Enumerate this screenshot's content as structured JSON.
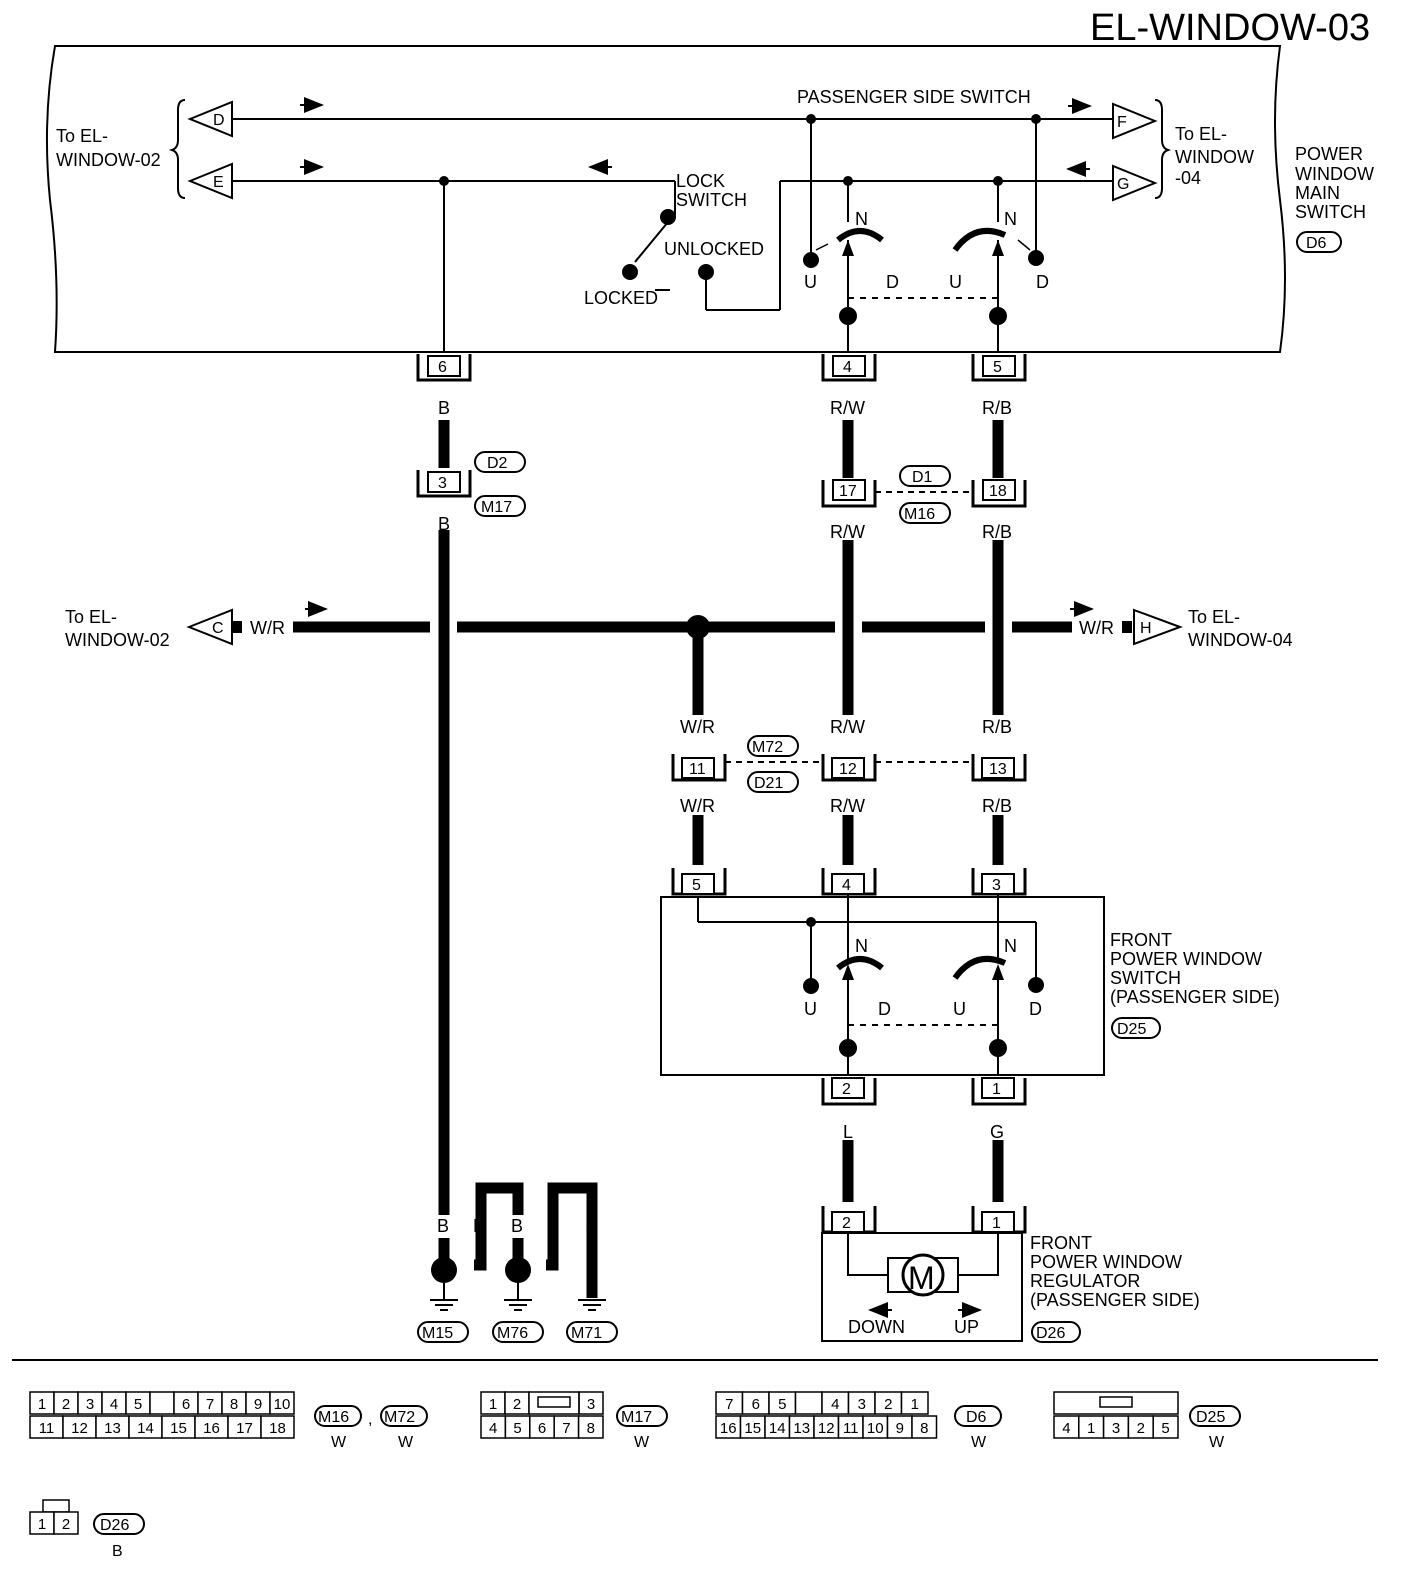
{
  "title": "EL-WINDOW-03",
  "main_switch": {
    "label": [
      "POWER",
      "WINDOW",
      "MAIN",
      "SWITCH"
    ],
    "code": "D6",
    "passenger_label": "PASSENGER SIDE SWITCH",
    "lock_label": [
      "LOCK",
      "SWITCH"
    ],
    "unlocked": "UNLOCKED",
    "locked": "LOCKED",
    "left_ref": [
      "To EL-",
      "WINDOW-02"
    ],
    "right_ref": [
      "To EL-",
      "WINDOW",
      "-04"
    ],
    "arrows": [
      "D",
      "E",
      "F",
      "G"
    ]
  },
  "switch_positions": {
    "n": "N",
    "u": "U",
    "d": "D"
  },
  "pins": {
    "p6": "6",
    "p4": "4",
    "p5": "5",
    "p3": "3",
    "p17": "17",
    "p18": "18",
    "p11": "11",
    "p12": "12",
    "p13": "13",
    "fs5": "5",
    "fs4": "4",
    "fs3": "3",
    "fs2": "2",
    "fs1": "1",
    "r2": "2",
    "r1": "1"
  },
  "wires": {
    "b": "B",
    "rw": "R/W",
    "rb": "R/B",
    "wr": "W/R",
    "l": "L",
    "g": "G"
  },
  "connectors": {
    "d2": "D2",
    "m17": "M17",
    "d1": "D1",
    "m16": "M16",
    "m72": "M72",
    "d21": "D21",
    "d25": "D25",
    "d26": "D26",
    "m15": "M15",
    "m76": "M76",
    "m71": "M71",
    "d6": "D6"
  },
  "mid_refs": {
    "c_letter": "C",
    "h_letter": "H",
    "left": [
      "To EL-",
      "WINDOW-02"
    ],
    "right": [
      "To EL-",
      "WINDOW-04"
    ]
  },
  "front_switch": {
    "label": [
      "FRONT",
      "POWER WINDOW",
      "SWITCH",
      "(PASSENGER SIDE)"
    ]
  },
  "regulator": {
    "label": [
      "FRONT",
      "POWER WINDOW",
      "REGULATOR",
      "(PASSENGER SIDE)"
    ],
    "motor": "M",
    "down": "DOWN",
    "up": "UP"
  },
  "legend": {
    "m16_top": [
      "1",
      "2",
      "3",
      "4",
      "5",
      "",
      "6",
      "7",
      "8",
      "9",
      "10"
    ],
    "m16_bottom": [
      "11",
      "12",
      "13",
      "14",
      "15",
      "16",
      "17",
      "18"
    ],
    "m16_codes": [
      "M16",
      ",",
      "M72"
    ],
    "m16_color": "W",
    "m17_top": [
      "1",
      "2",
      "",
      "3"
    ],
    "m17_bottom": [
      "4",
      "5",
      "6",
      "7",
      "8"
    ],
    "m17_code": "M17",
    "m17_color": "W",
    "d6_top": [
      "7",
      "6",
      "5",
      "",
      "4",
      "3",
      "2",
      "1"
    ],
    "d6_bottom": [
      "16",
      "15",
      "14",
      "13",
      "12",
      "11",
      "10",
      "9",
      "8"
    ],
    "d6_code": "D6",
    "d6_color": "W",
    "d25_bottom": [
      "4",
      "1",
      "3",
      "2",
      "5"
    ],
    "d25_code": "D25",
    "d25_color": "W",
    "d26_cells": [
      "1",
      "2"
    ],
    "d26_code": "D26",
    "d26_color": "B"
  }
}
